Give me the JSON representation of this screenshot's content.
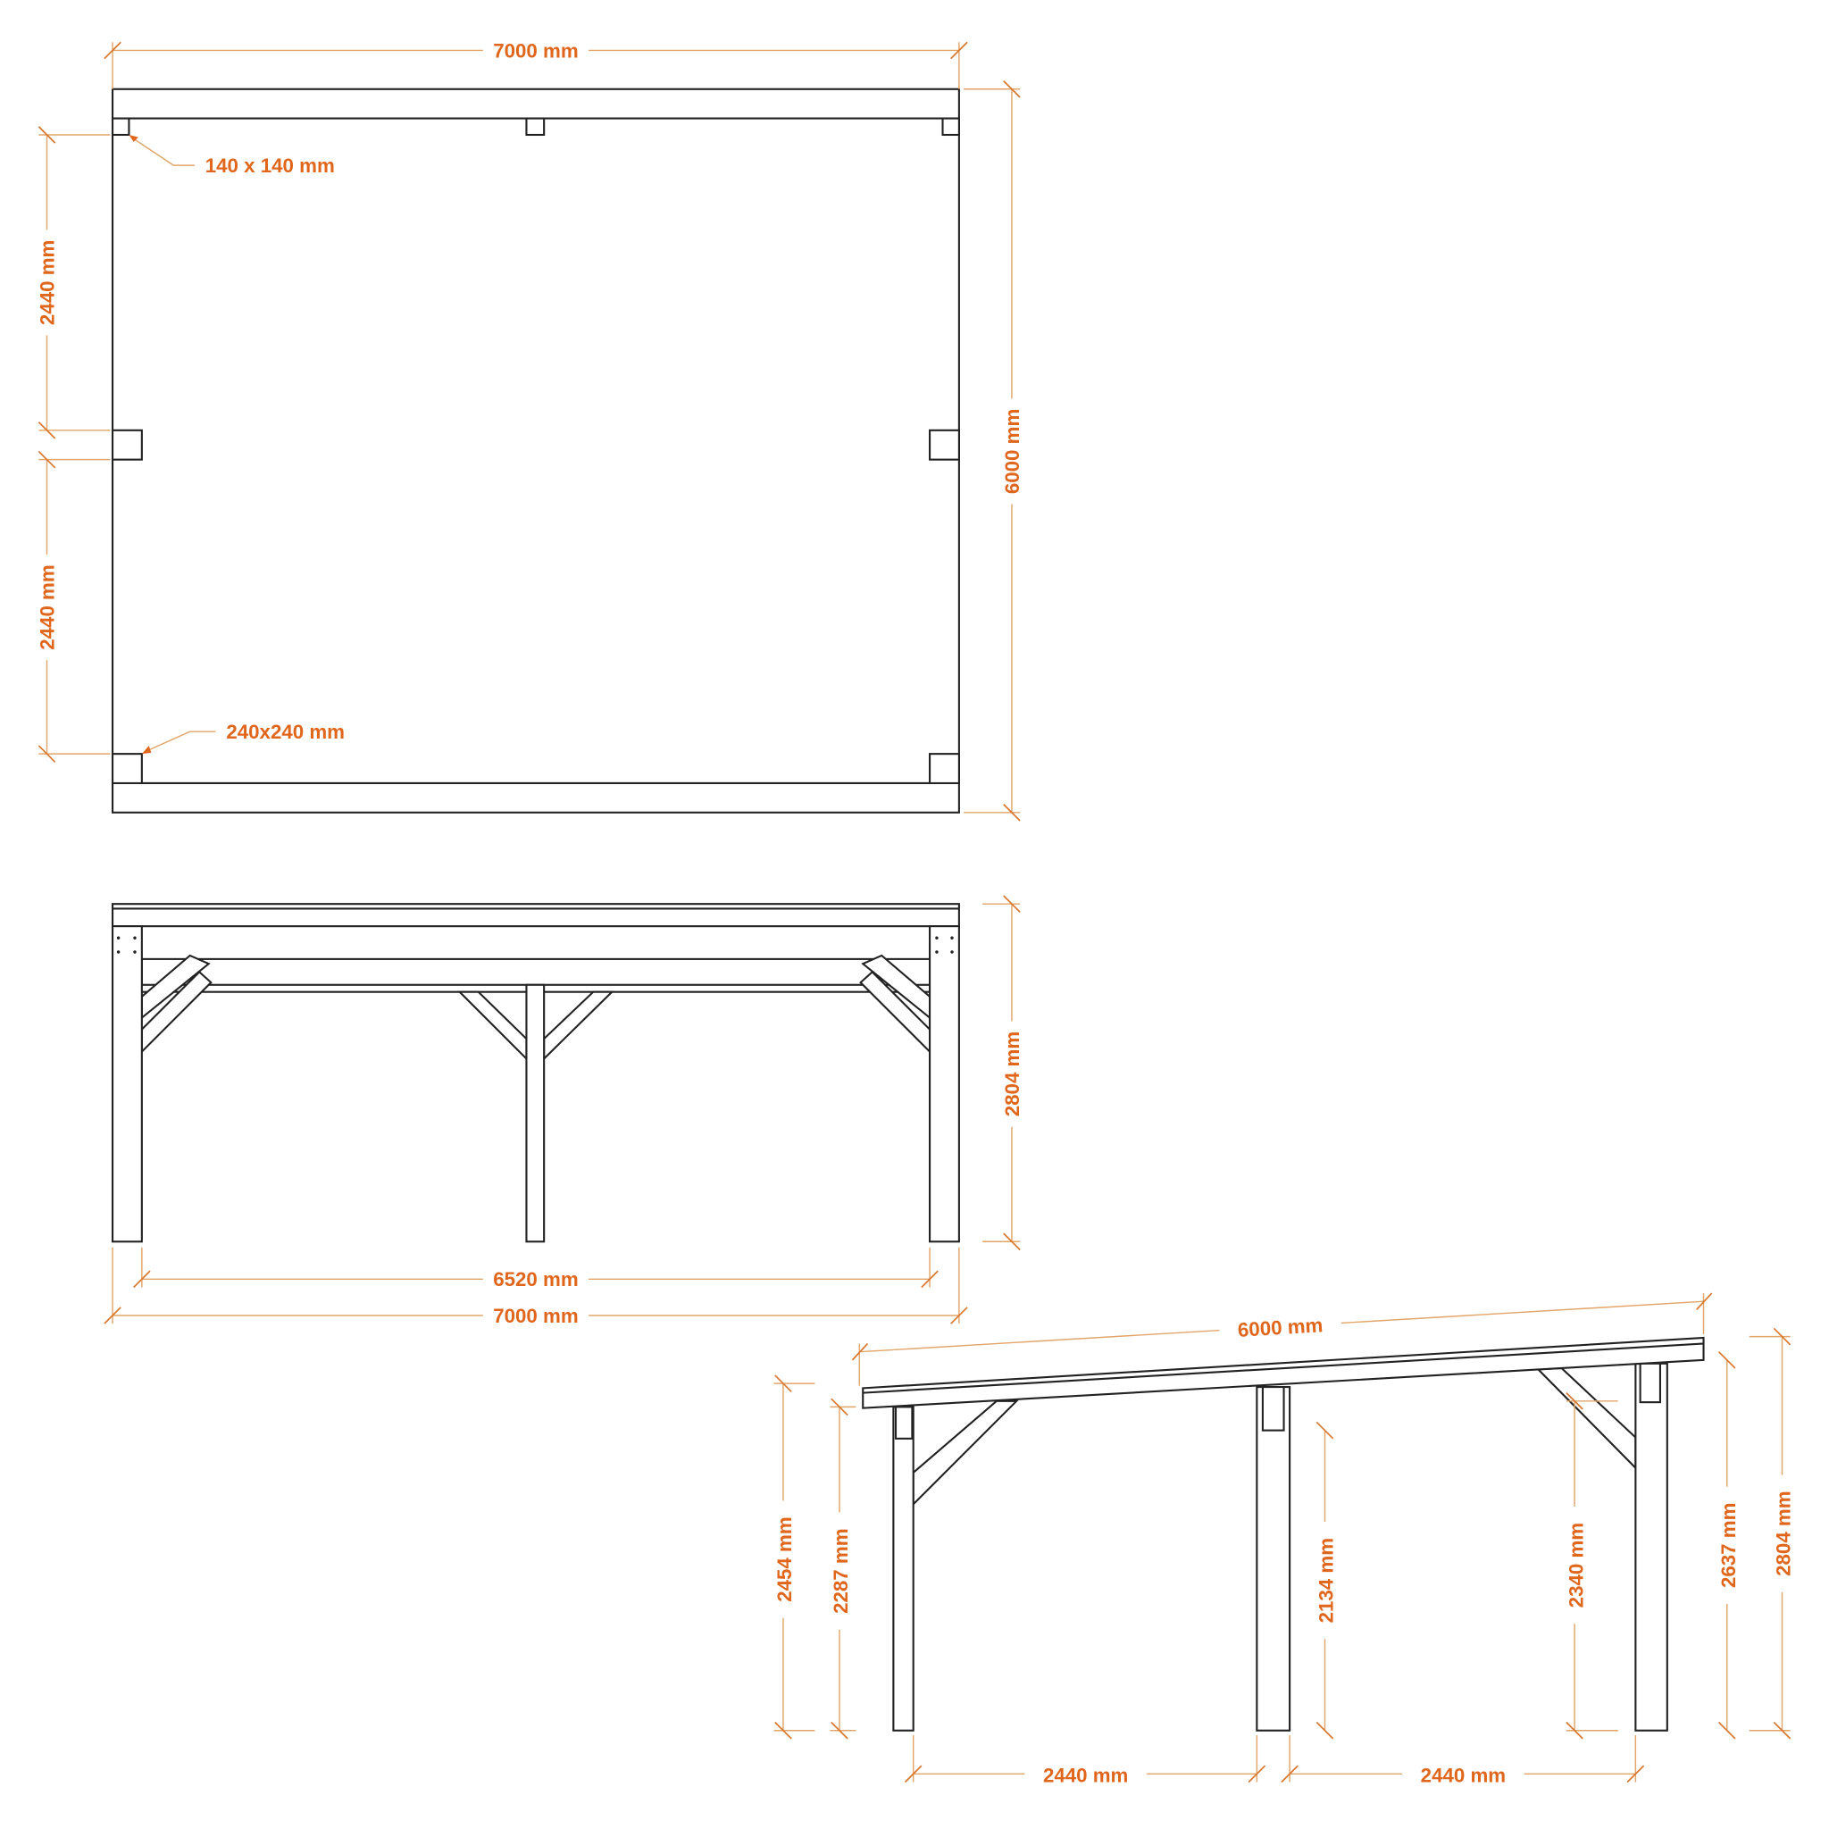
{
  "colors": {
    "dimension_text": "#e0661c",
    "dimension_line": "#e2a56a",
    "outline": "#222222"
  },
  "plan_view": {
    "width_label": "7000 mm",
    "depth_label": "6000 mm",
    "span_top_label": "2440 mm",
    "span_bottom_label": "2440 mm",
    "small_post_label": "140 x 140 mm",
    "large_post_label": "240x240 mm"
  },
  "front_view": {
    "height_label": "2804 mm",
    "inner_width_label": "6520 mm",
    "outer_width_label": "7000 mm"
  },
  "side_view": {
    "length_label": "6000 mm",
    "h1_label": "2454 mm",
    "h2_label": "2287 mm",
    "h3_label": "2134 mm",
    "h4_label": "2340 mm",
    "h5_label": "2637 mm",
    "h6_label": "2804 mm",
    "span_left_label": "2440 mm",
    "span_right_label": "2440 mm"
  }
}
